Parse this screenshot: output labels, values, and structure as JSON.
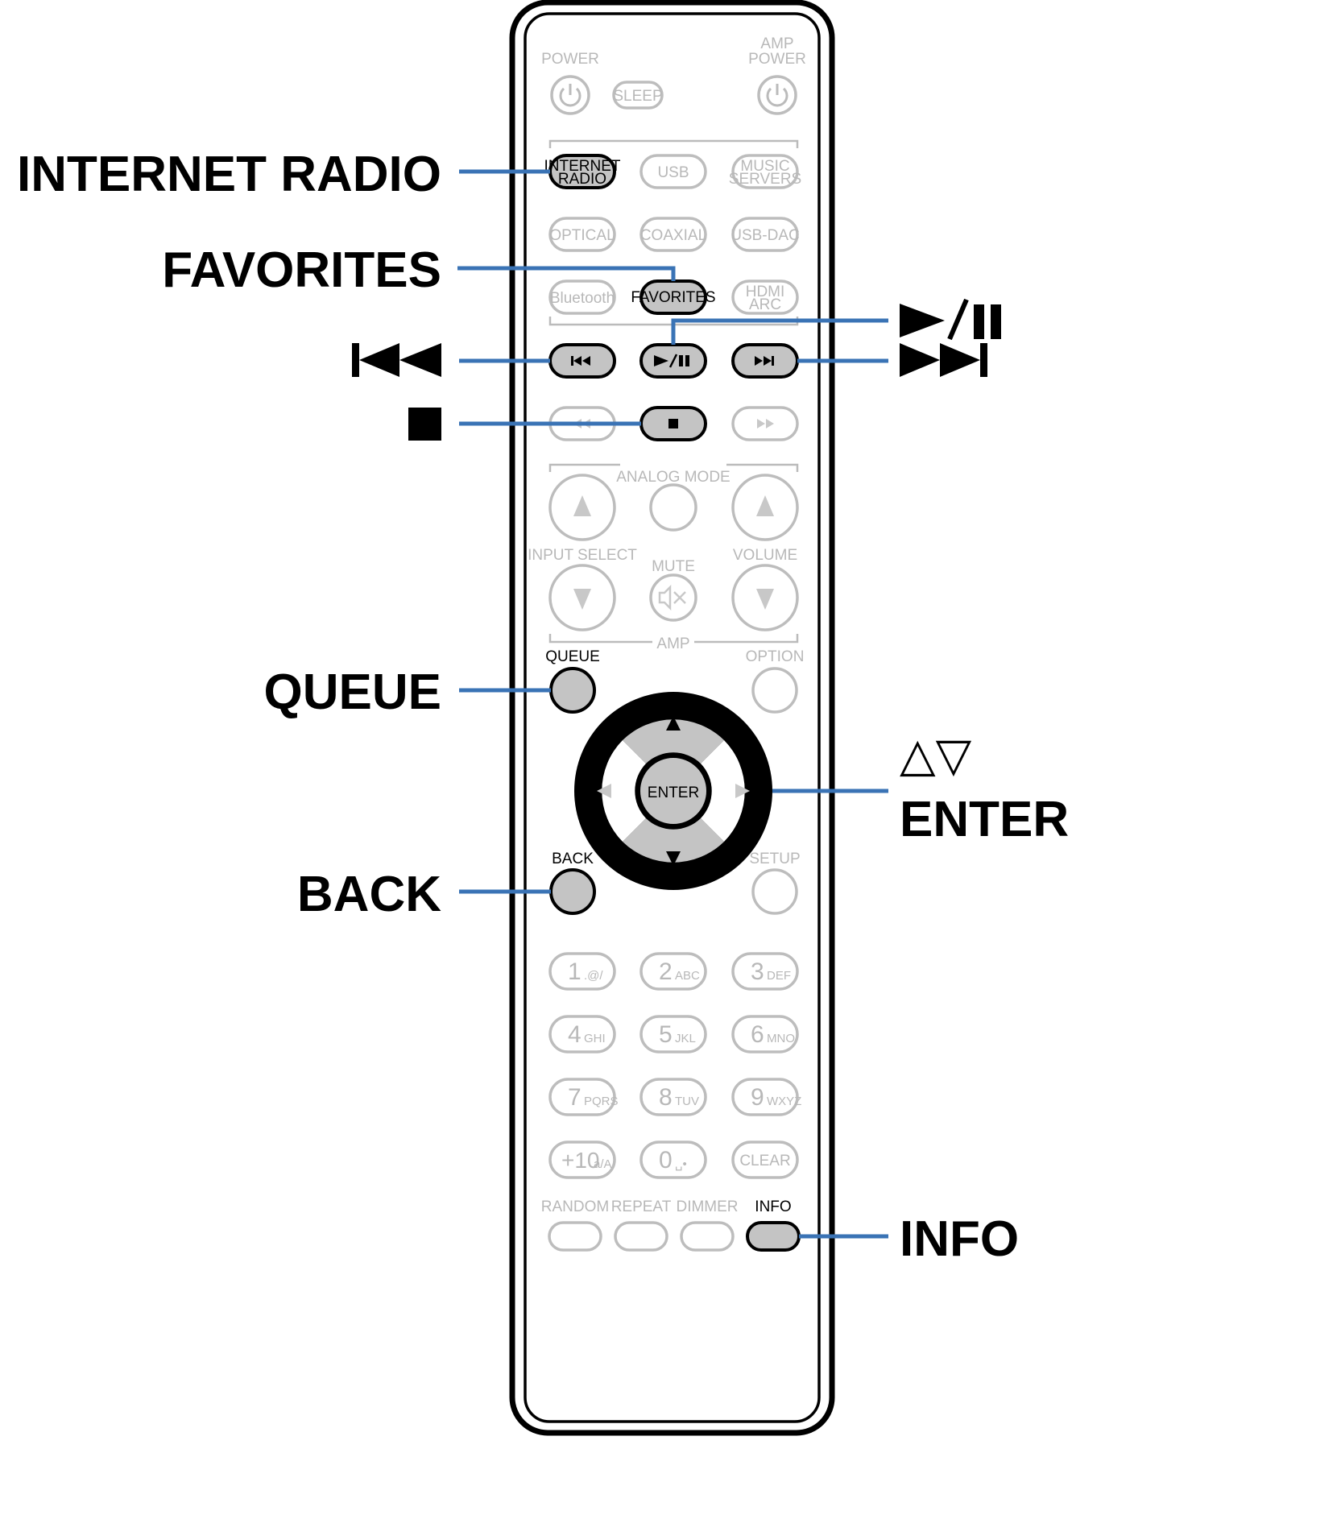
{
  "remote": {
    "top_labels": {
      "power": "POWER",
      "amp_power_1": "AMP",
      "amp_power_2": "POWER",
      "sleep": "SLEEP"
    },
    "row1": [
      {
        "id": "internet-radio",
        "l1": "INTERNET",
        "l2": "RADIO",
        "highlight": true
      },
      {
        "id": "usb",
        "l1": "USB",
        "highlight": false
      },
      {
        "id": "music-servers",
        "l1": "MUSIC",
        "l2": "SERVERS",
        "highlight": false
      }
    ],
    "row2": [
      {
        "id": "optical",
        "l1": "OPTICAL",
        "highlight": false
      },
      {
        "id": "coaxial",
        "l1": "COAXIAL",
        "highlight": false
      },
      {
        "id": "usb-dac",
        "l1": "USB-DAC",
        "highlight": false
      }
    ],
    "row3": [
      {
        "id": "bluetooth",
        "l1": "Bluetooth",
        "highlight": false
      },
      {
        "id": "favorites",
        "l1": "FAVORITES",
        "highlight": true
      },
      {
        "id": "hdmi-arc",
        "l1": "HDMI",
        "l2": "ARC",
        "highlight": false
      }
    ],
    "transport": {
      "prev": "⏮",
      "play_pause": "►/❚❚",
      "next": "⏭",
      "stop": "■",
      "rew": "◄◄",
      "ff": "►►"
    },
    "sections": {
      "analog_mode": "ANALOG MODE",
      "input_select": "INPUT SELECT",
      "mute": "MUTE",
      "volume": "VOLUME",
      "amp": "AMP"
    },
    "nav": {
      "queue": "QUEUE",
      "option": "OPTION",
      "enter": "ENTER",
      "back": "BACK",
      "setup": "SETUP"
    },
    "numpad": [
      {
        "n": "1",
        "s": ".@/"
      },
      {
        "n": "2",
        "s": "ABC"
      },
      {
        "n": "3",
        "s": "DEF"
      },
      {
        "n": "4",
        "s": "GHI"
      },
      {
        "n": "5",
        "s": "JKL"
      },
      {
        "n": "6",
        "s": "MNO"
      },
      {
        "n": "7",
        "s": "PQRS"
      },
      {
        "n": "8",
        "s": "TUV"
      },
      {
        "n": "9",
        "s": "WXYZ"
      },
      {
        "n": "+10",
        "s": "a/A"
      },
      {
        "n": "0",
        "s": "␣•"
      },
      {
        "n": "CLEAR",
        "s": ""
      }
    ],
    "bottom": {
      "random": "RANDOM",
      "repeat": "REPEAT",
      "dimmer": "DIMMER",
      "info": "INFO"
    }
  },
  "callouts": {
    "internet_radio": "INTERNET RADIO",
    "favorites": "FAVORITES",
    "prev": "I◄◄",
    "stop": "■",
    "queue": "QUEUE",
    "back": "BACK",
    "play_pause": "►/❚❚",
    "next": "►►I",
    "up_down": "△▽",
    "enter": "ENTER",
    "info": "INFO"
  },
  "colors": {
    "leader": "#3a73b5",
    "highlight_fill": "#c4c4c4",
    "inactive": "#b8b8b8"
  }
}
